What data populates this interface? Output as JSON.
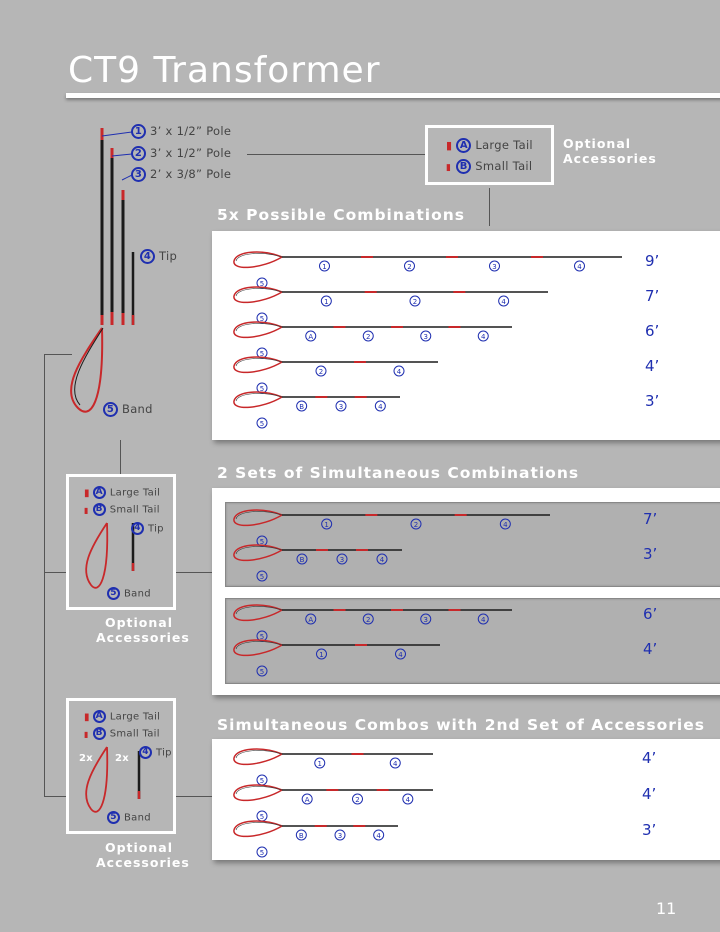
{
  "header": {
    "title": "CT9 Transformer"
  },
  "parts": {
    "pole1": {
      "num": "1",
      "label": "3’ x 1/2” Pole"
    },
    "pole2": {
      "num": "2",
      "label": "3’ x 1/2” Pole"
    },
    "pole3": {
      "num": "3",
      "label": "2’ x 3/8” Pole"
    },
    "tip": {
      "num": "4",
      "label": "Tip"
    },
    "band": {
      "num": "5",
      "label": "Band"
    }
  },
  "accessories_top": {
    "large": {
      "letter": "A",
      "label": "Large Tail"
    },
    "small": {
      "letter": "B",
      "label": "Small Tail"
    },
    "caption": "Optional Accessories"
  },
  "accessory_box_1": {
    "large": {
      "letter": "A",
      "label": "Large Tail"
    },
    "small": {
      "letter": "B",
      "label": "Small Tail"
    },
    "tip": {
      "num": "4",
      "label": "Tip"
    },
    "band": {
      "num": "5",
      "label": "Band"
    },
    "caption": "Optional Accessories"
  },
  "accessory_box_2": {
    "large": {
      "letter": "A",
      "label": "Large Tail"
    },
    "small": {
      "letter": "B",
      "label": "Small Tail"
    },
    "tip": {
      "num": "4",
      "label": "Tip"
    },
    "band": {
      "num": "5",
      "label": "Band"
    },
    "mult": "2x",
    "caption": "Optional Accessories"
  },
  "sections": {
    "s1": {
      "heading": "5x Possible Combinations"
    },
    "s2": {
      "heading": "2 Sets of Simultaneous Combinations"
    },
    "s3": {
      "heading": "Simultaneous Combos with 2nd Set of Accessories"
    }
  },
  "combos": {
    "s1": [
      {
        "length": "9’",
        "markers": [
          "1",
          "2",
          "3",
          "4"
        ]
      },
      {
        "length": "7’",
        "markers": [
          "1",
          "2",
          "4"
        ]
      },
      {
        "length": "6’",
        "markers": [
          "A",
          "2",
          "3",
          "4"
        ]
      },
      {
        "length": "4’",
        "markers": [
          "2",
          "4"
        ]
      },
      {
        "length": "3’",
        "markers": [
          "B",
          "3",
          "4"
        ]
      }
    ],
    "s2a": [
      {
        "length": "7’",
        "markers": [
          "1",
          "2",
          "4"
        ]
      },
      {
        "length": "3’",
        "markers": [
          "B",
          "3",
          "4"
        ]
      }
    ],
    "s2b": [
      {
        "length": "6’",
        "markers": [
          "A",
          "2",
          "3",
          "4"
        ]
      },
      {
        "length": "4’",
        "markers": [
          "1",
          "4"
        ]
      }
    ],
    "s3": [
      {
        "length": "4’",
        "markers": [
          "1",
          "4"
        ]
      },
      {
        "length": "4’",
        "markers": [
          "A",
          "2",
          "4"
        ]
      },
      {
        "length": "3’",
        "markers": [
          "B",
          "3",
          "4"
        ]
      }
    ]
  },
  "colors": {
    "accent_blue": "#1f2fb0",
    "band_red": "#c8282a",
    "pole_dark": "#1b1b1b"
  },
  "page_number": "11"
}
